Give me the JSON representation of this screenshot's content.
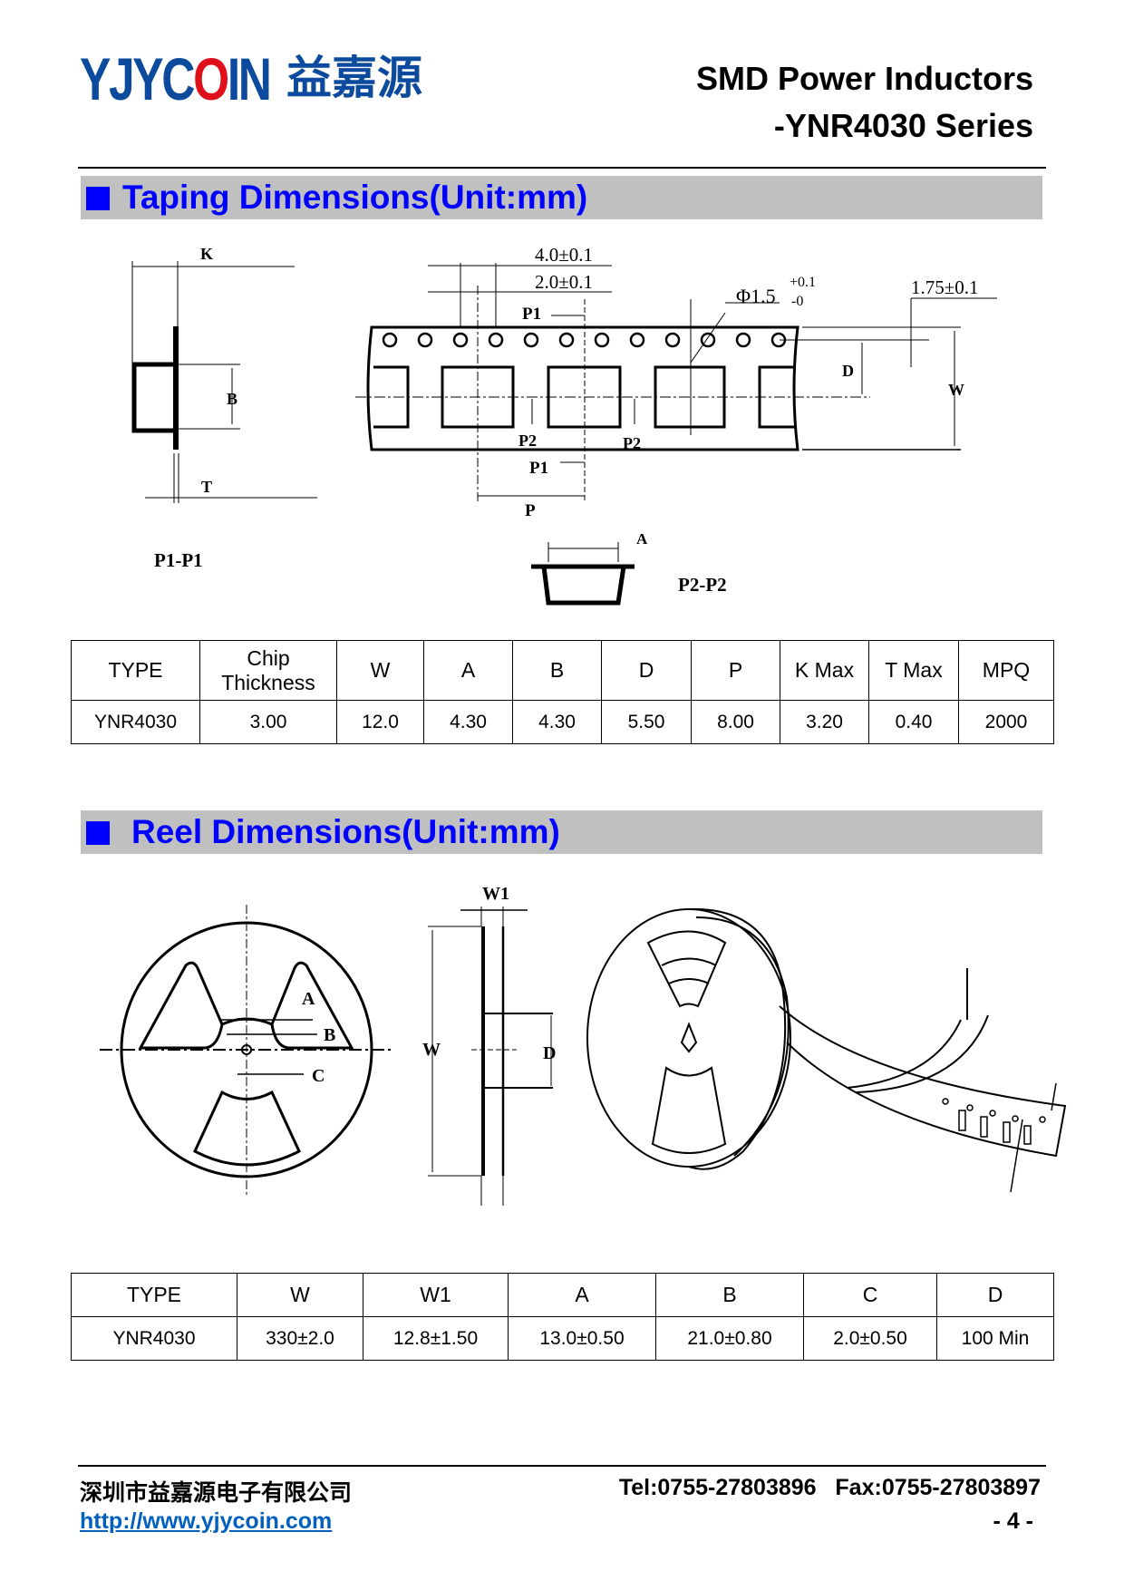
{
  "header": {
    "logo": {
      "text": "YJYCOIN",
      "cn": "益嘉源",
      "colors": {
        "blue": "#0b4a9c",
        "red": "#e0101a"
      }
    },
    "title_line1": "SMD Power Inductors",
    "title_line2": "-YNR4030 Series"
  },
  "taping": {
    "section_title": "Taping Dimensions(Unit:mm)",
    "diagram": {
      "k": "K",
      "b": "B",
      "t": "T",
      "p1_p1": "P1-P1",
      "pitch_4": "4.0±0.1",
      "pitch_2": "2.0±0.1",
      "p1_top": "P1",
      "hole_dia": "Φ1.5",
      "hole_tol_plus": "+0.1",
      "hole_tol_minus": "-0",
      "edge": "1.75±0.1",
      "d": "D",
      "w": "W",
      "p2_left": "P2",
      "p2_right": "P2",
      "p1_bottom": "P1",
      "p": "P",
      "a": "A",
      "p2_p2": "P2-P2"
    },
    "table": {
      "headers": [
        "TYPE",
        "Chip Thickness",
        "W",
        "A",
        "B",
        "D",
        "P",
        "K Max",
        "T Max",
        "MPQ"
      ],
      "rows": [
        [
          "YNR4030",
          "3.00",
          "12.0",
          "4.30",
          "4.30",
          "5.50",
          "8.00",
          "3.20",
          "0.40",
          "2000"
        ]
      ]
    }
  },
  "reel": {
    "section_title": "Reel Dimensions(Unit:mm)",
    "diagram": {
      "a": "A",
      "b": "B",
      "c": "C",
      "w1": "W1",
      "w": "W",
      "d": "D"
    },
    "table": {
      "headers": [
        "TYPE",
        "W",
        "W1",
        "A",
        "B",
        "C",
        "D"
      ],
      "rows": [
        [
          "YNR4030",
          "330±2.0",
          "12.8±1.50",
          "13.0±0.50",
          "21.0±0.80",
          "2.0±0.50",
          "100 Min"
        ]
      ]
    }
  },
  "footer": {
    "company": "深圳市益嘉源电子有限公司",
    "url": "http://www.yjycoin.com",
    "contact": "Tel:0755-27803896   Fax:0755-27803897",
    "page": "- 4 -"
  },
  "colors": {
    "section_title": "#0000ff",
    "section_bar": "#c0c0c0",
    "link": "#0060c0"
  }
}
